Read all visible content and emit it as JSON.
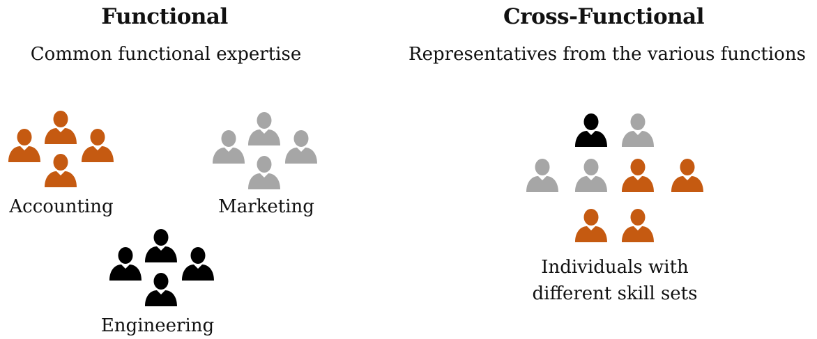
{
  "functional": {
    "title": "Functional",
    "subtitle": "Common functional expertise",
    "groups": [
      {
        "label": "Accounting",
        "color": "#c55a11"
      },
      {
        "label": "Marketing",
        "color": "#a6a6a6"
      },
      {
        "label": "Engineering",
        "color": "#000000"
      }
    ]
  },
  "cross_functional": {
    "title": "Cross-Functional",
    "subtitle": "Representatives from the various functions",
    "label_line1": "Individuals with",
    "label_line2": "different skill sets",
    "member_colors": [
      "#000000",
      "#a6a6a6",
      "#a6a6a6",
      "#a6a6a6",
      "#c55a11",
      "#c55a11",
      "#c55a11",
      "#c55a11"
    ]
  },
  "icon": "person-icon"
}
